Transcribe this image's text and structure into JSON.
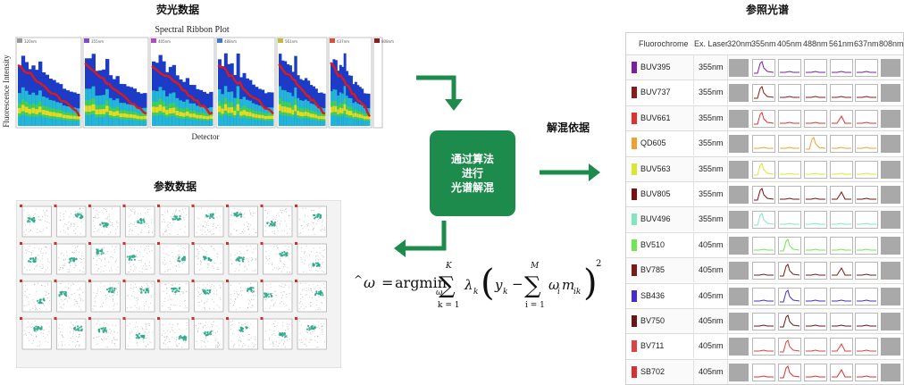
{
  "titles": {
    "fluorescence": "荧光数据",
    "parameter": "参数数据",
    "reference": "参照光谱",
    "basis": "解混依据"
  },
  "center_box": {
    "line1": "通过算法",
    "line2": "进行",
    "line3": "光谱解混"
  },
  "ribbon": {
    "title": "Spectral Ribbon Plot",
    "ylabel": "Fluorescence Intensity",
    "xlabel": "Detector",
    "lasers": [
      "320nm",
      "355nm",
      "405nm",
      "488nm",
      "561nm",
      "637nm",
      "808nm"
    ],
    "laser_colors": [
      "#9a9a9a",
      "#7b4fc4",
      "#b548c4",
      "#3b7bd6",
      "#c9b93a",
      "#d9503a",
      "#8a1f1f"
    ]
  },
  "formula": {
    "hat": "^",
    "omega": "ω",
    "eq": "=",
    "argmin": "argmin",
    "argmin_sub": "ω",
    "sum_upper_k": "K",
    "sum_lower_k": "k = 1",
    "lambda": "λ",
    "lambda_sub": "k",
    "y": "y",
    "y_sub": "k",
    "minus": "−",
    "sum_upper_m": "M",
    "sum_lower_m": "i = 1",
    "omega_i": "ω",
    "omega_i_sub": "i",
    "m": "m",
    "m_sub": "ik",
    "square": "2"
  },
  "reference": {
    "headers": [
      "Fluorochrome",
      "Ex. Laser",
      "320nm",
      "355nm",
      "405nm",
      "488nm",
      "561nm",
      "637nm",
      "808nm"
    ],
    "rows": [
      {
        "name": "BUV395",
        "laser": "355nm",
        "color": "#7a1fa2",
        "peak": 1
      },
      {
        "name": "BUV737",
        "laser": "355nm",
        "color": "#8b1a1a",
        "peak": 1
      },
      {
        "name": "BUV661",
        "laser": "355nm",
        "color": "#e03030",
        "peak": 1
      },
      {
        "name": "QD605",
        "laser": "355nm",
        "color": "#f0a030",
        "peak": 3
      },
      {
        "name": "BUV563",
        "laser": "355nm",
        "color": "#d8e830",
        "peak": 1
      },
      {
        "name": "BUV805",
        "laser": "355nm",
        "color": "#7a1010",
        "peak": 1
      },
      {
        "name": "BUV496",
        "laser": "355nm",
        "color": "#7fe8c0",
        "peak": 1
      },
      {
        "name": "BV510",
        "laser": "405nm",
        "color": "#6ee850",
        "peak": 2
      },
      {
        "name": "BV785",
        "laser": "405nm",
        "color": "#7a1a1a",
        "peak": 2
      },
      {
        "name": "SB436",
        "laser": "405nm",
        "color": "#4a2ad8",
        "peak": 2
      },
      {
        "name": "BV750",
        "laser": "405nm",
        "color": "#6a1515",
        "peak": 2
      },
      {
        "name": "BV711",
        "laser": "405nm",
        "color": "#e04040",
        "peak": 2
      },
      {
        "name": "SB702",
        "laser": "405nm",
        "color": "#d83030",
        "peak": 2
      }
    ]
  }
}
